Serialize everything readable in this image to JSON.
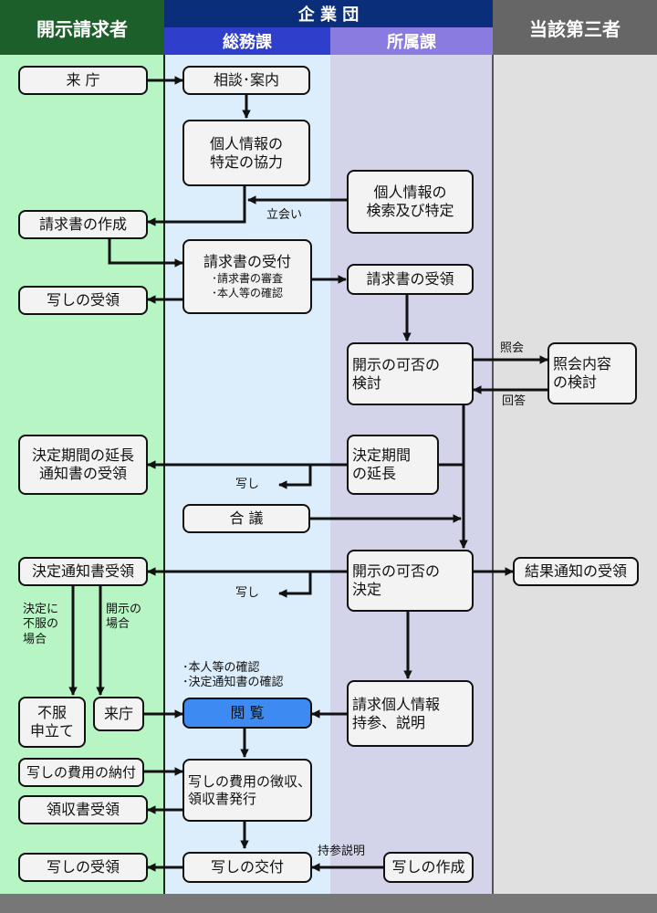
{
  "colors": {
    "requester_header": "#1d5f2a",
    "org_header": "#0a2e7a",
    "general_affairs_header": "#2f3fcc",
    "department_header": "#8a7be0",
    "third_party_header": "#666666",
    "requester_lane": "#b8f5c4",
    "general_affairs_lane": "#dceefc",
    "department_lane": "#d3d3ea",
    "third_party_lane": "#e0e0e0",
    "highlight_box": "#3d8bf2"
  },
  "headers": {
    "requester": "開示請求者",
    "organization": "企 業 団",
    "general_affairs": "総務課",
    "department": "所属課",
    "third_party": "当該第三者"
  },
  "boxes": {
    "visit": "来 庁",
    "consult": "相談･案内",
    "identify_help_1": "個人情報の",
    "identify_help_2": "特定の協力",
    "search_1": "個人情報の",
    "search_2": "検索及び特定",
    "create_request": "請求書の作成",
    "accept_request": "請求書の受付",
    "accept_sub_1": "･請求書の審査",
    "accept_sub_2": "･本人等の確認",
    "receive_request": "請求書の受領",
    "copy_receive_1": "写しの受領",
    "review_1": "開示の可否の",
    "review_2": "検討",
    "inquiry_review_1": "照会内容",
    "inquiry_review_2": "の検討",
    "extension_receive_1": "決定期間の延長",
    "extension_receive_2": "通知書の受領",
    "extension_1": "決定期間",
    "extension_2": "の延長",
    "consultation": "合 議",
    "decision_receive": "決定通知書受領",
    "decision_1": "開示の可否の",
    "decision_2": "決定",
    "result_receive": "結果通知の受領",
    "objection_1": "不服",
    "objection_2": "申立て",
    "visit_2": "来庁",
    "viewing": "閲 覧",
    "bring_1": "請求個人情報",
    "bring_2": "持参、説明",
    "pay_copy_fee": "写しの費用の納付",
    "collect_fee_1": "写しの費用の徴収、",
    "collect_fee_2": "領収書発行",
    "receipt_receive": "領収書受領",
    "copy_receive_2": "写しの受領",
    "copy_deliver": "写しの交付",
    "copy_create": "写しの作成"
  },
  "labels": {
    "witness": "立会い",
    "inquiry": "照会",
    "answer": "回答",
    "copy_1": "写し",
    "copy_2": "写し",
    "objection_case_1": "決定に",
    "objection_case_2": "不服の",
    "objection_case_3": "場合",
    "disclosure_case_1": "開示の",
    "disclosure_case_2": "場合",
    "confirm_1": "･本人等の確認",
    "confirm_2": "･決定通知書の確認",
    "bring_explain": "持参説明"
  }
}
